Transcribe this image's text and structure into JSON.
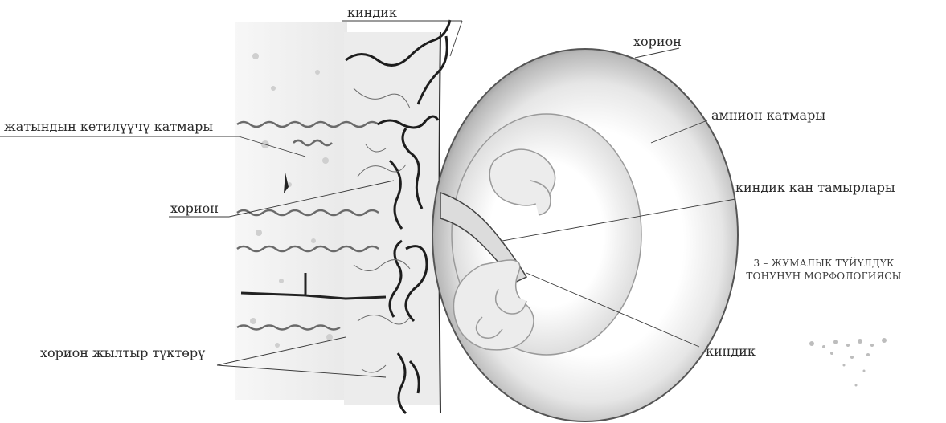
{
  "labels": {
    "umbilical_top": "киндик",
    "chorion_top": "хорион",
    "amnion_layer": "амнион катмары",
    "uterine_layer": "жатындын кетилүүчү катмары",
    "chorion_left": "хорион",
    "umbilical_vessels": "киндик кан тамырлары",
    "chorion_villi": "хорион жылтыр түктөрү",
    "umbilical_bottom": "киндик"
  },
  "caption": {
    "line1": "3 – ЖУМАЛЫК ТҮЙҮЛДҮК",
    "line2": "ТОНУНУН МОРФОЛОГИЯСЫ"
  }
}
